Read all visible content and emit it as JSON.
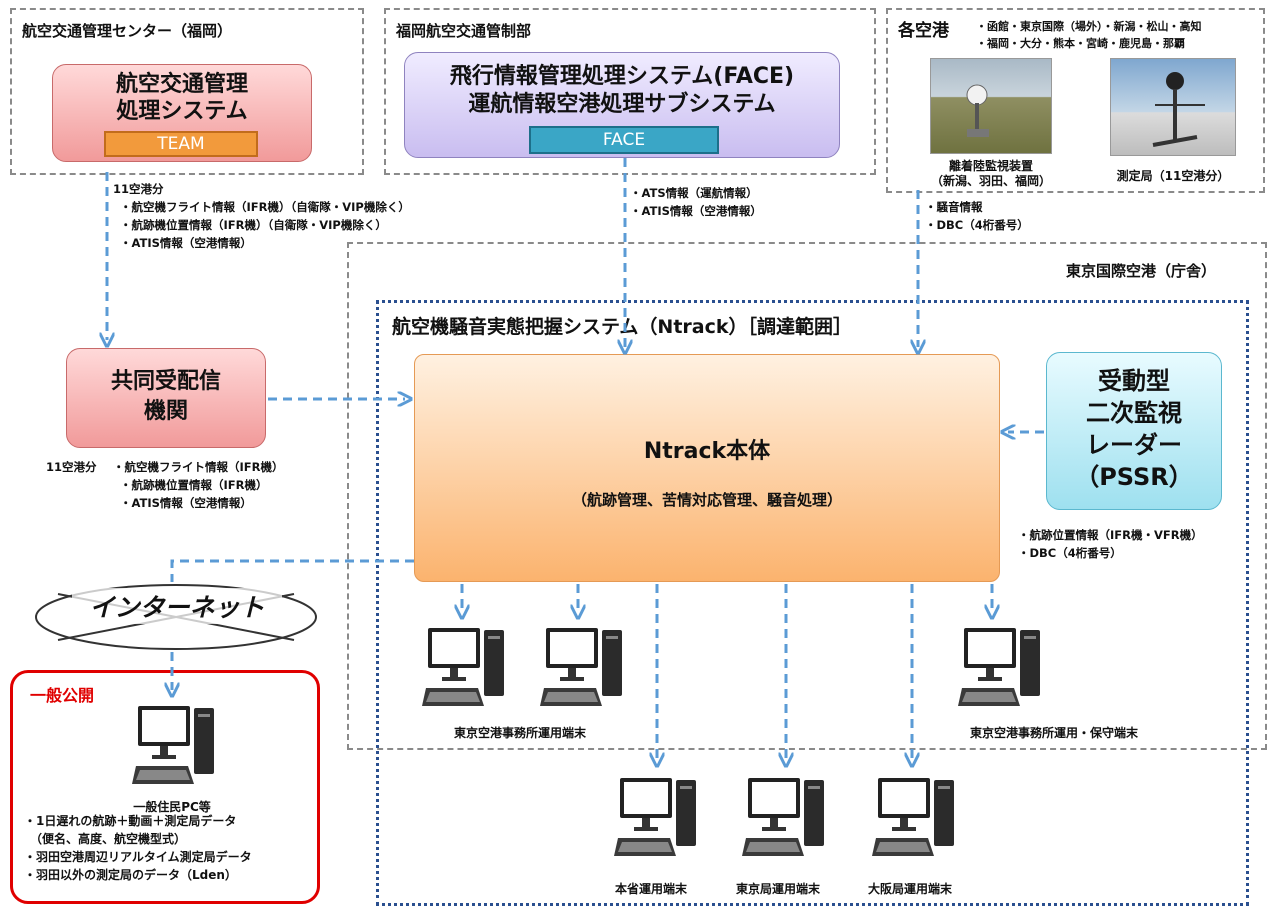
{
  "fukuoka_center": {
    "title": "航空交通管理センター（福岡）",
    "system_line1": "航空交通管理",
    "system_line2": "処理システム",
    "tag": "TEAM"
  },
  "fukuoka_control": {
    "title": "福岡航空交通管制部",
    "system_line1": "飛行情報管理処理システム(FACE)",
    "system_line2": "運航情報空港処理サブシステム",
    "tag": "FACE"
  },
  "airports": {
    "title": "各空港",
    "list_line1": "・函館・東京国際（場外）・新潟・松山・高知",
    "list_line2": "・福岡・大分・熊本・宮崎・鹿児島・那覇",
    "photo1_caption_line1": "離着陸監視装置",
    "photo1_caption_line2": "（新潟、羽田、福岡）",
    "photo2_caption": "測定局（11空港分）"
  },
  "flow_team": {
    "lines": [
      "11空港分",
      "・航空機フライト情報（IFR機）（自衛隊・VIP機除く）",
      "・航跡機位置情報（IFR機）（自衛隊・VIP機除く）",
      "・ATIS情報（空港情報）"
    ]
  },
  "flow_face": {
    "lines": [
      "・ATS情報（運航情報）",
      "・ATIS情報（空港情報）"
    ]
  },
  "flow_airport": {
    "lines": [
      "・騒音情報",
      "・DBC（4桁番号）"
    ]
  },
  "tokyo_airport": {
    "title": "東京国際空港（庁舎）"
  },
  "procurement": {
    "title": "航空機騒音実態把握システム（Ntrack）［調達範囲］"
  },
  "joint": {
    "line1": "共同受配信",
    "line2": "機関"
  },
  "flow_joint": {
    "prefix": "11空港分",
    "lines": [
      "・航空機フライト情報（IFR機）",
      "・航跡機位置情報（IFR機）",
      "・ATIS情報（空港情報）"
    ]
  },
  "ntrack": {
    "title": "Ntrack本体",
    "subtitle": "（航跡管理、苦情対応管理、騒音処理）"
  },
  "pssr": {
    "line1": "受動型",
    "line2": "二次監視",
    "line3": "レーダー",
    "line4": "（PSSR）"
  },
  "flow_pssr": {
    "lines": [
      "・航跡位置情報（IFR機・VFR機）",
      "・DBC（4桁番号）"
    ]
  },
  "internet": {
    "label": "インターネット"
  },
  "public": {
    "title": "一般公開",
    "pc_label": "一般住民PC等",
    "lines": [
      "・1日遅れの航跡＋動画＋測定局データ",
      "（便名、高度、航空機型式）",
      "・羽田空港周辺リアルタイム測定局データ",
      "・羽田以外の測定局のデータ（Lden）"
    ]
  },
  "terminals": {
    "tokyo_office": "東京空港事務所運用端末",
    "tokyo_office_maint": "東京空港事務所運用・保守端末",
    "honsho": "本省運用端末",
    "tokyo_bureau": "東京局運用端末",
    "osaka_bureau": "大阪局運用端末"
  },
  "colors": {
    "arrow": "#5b9bd5",
    "ntrack": "#fbb36e",
    "team_box": "#f19a9a",
    "face_box": "#c9bdf0",
    "pssr_box": "#9ee0ef",
    "public_border": "#e00000",
    "procurement_border": "#2a4f8f"
  }
}
